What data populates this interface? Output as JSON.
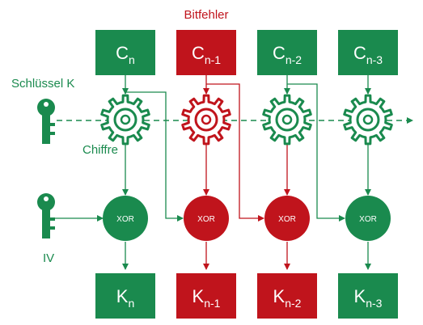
{
  "labels": {
    "error": "Bitfehler",
    "key": "Schlüssel K",
    "cipher": "Chiffre",
    "iv": "IV",
    "xor": "XOR"
  },
  "colors": {
    "green": "#1a8a4e",
    "red": "#c0141c",
    "white": "#ffffff"
  },
  "columns": [
    {
      "state": "ok",
      "cipher_main": "C",
      "cipher_sub": "n",
      "plain_main": "K",
      "plain_sub": "n"
    },
    {
      "state": "error",
      "cipher_main": "C",
      "cipher_sub": "n-1",
      "plain_main": "K",
      "plain_sub": "n-1"
    },
    {
      "state": "ok",
      "cipher_main": "C",
      "cipher_sub": "n-2",
      "plain_main": "K",
      "plain_sub": "n-2"
    },
    {
      "state": "ok",
      "cipher_main": "C",
      "cipher_sub": "n-3",
      "plain_main": "K",
      "plain_sub": "n-3"
    }
  ]
}
